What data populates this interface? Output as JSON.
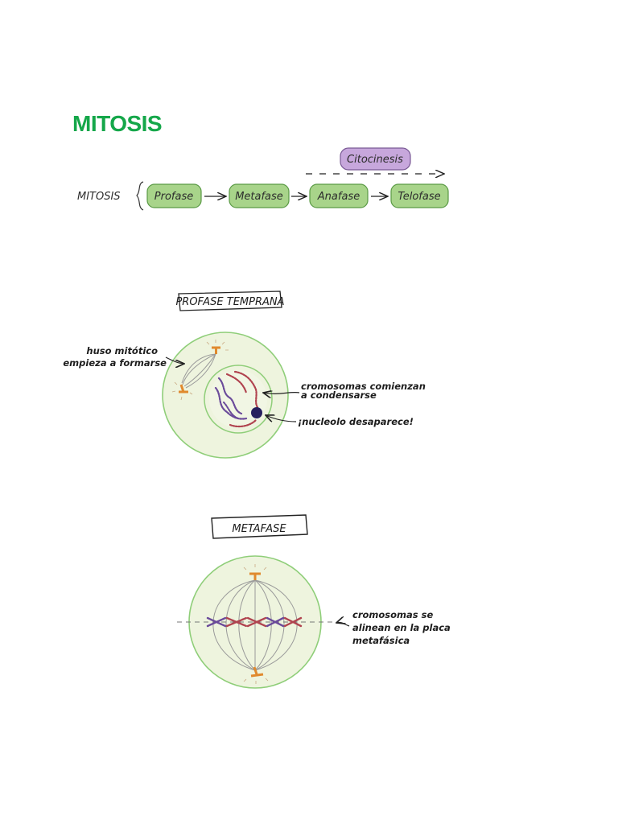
{
  "title": "MITOSIS",
  "flow": {
    "root_label": "MITOSIS",
    "phases": [
      "Profase",
      "Metafase",
      "Anafase",
      "Telofase"
    ],
    "overlap_label": "Citocinesis"
  },
  "prophase": {
    "heading": "PROFASE TEMPRANA",
    "spindle_label": [
      "huso mitótico",
      "empieza a formarse"
    ],
    "chromosome_label": [
      "cromosomas comienzan",
      "a condensarse"
    ],
    "nucleolus_label": "¡nucleolo desaparece!"
  },
  "metaphase": {
    "heading": "METAFASE",
    "plate_label": [
      "cromosomas se",
      "alinean en la placa",
      "metafásica"
    ]
  },
  "colors": {
    "title": "#15a74a",
    "pill_fill": "#a8d48a",
    "pill_stroke": "#5a9a45",
    "citocinesis_fill": "#c7a7dc",
    "cell_fill": "#eef4de",
    "cell_stroke": "#8fce79",
    "centrosome": "#e08a2e",
    "chromosome_red": "#b0434f",
    "chromosome_purple": "#6a4a9a",
    "nucleolus": "#27205e"
  }
}
